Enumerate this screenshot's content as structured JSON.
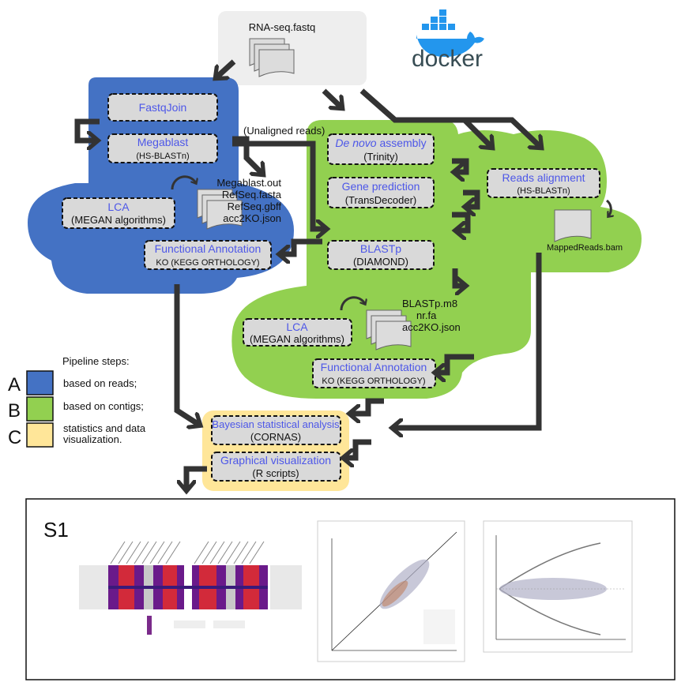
{
  "input_file": "RNA-seq.fastq",
  "docker_label": "docker",
  "unaligned_label": "(Unaligned reads)",
  "blue_steps": {
    "fastqjoin": "FastqJoin",
    "megablast_title": "Megablast",
    "megablast_sub": "(HS-BLASTn)",
    "lca_title": "LCA",
    "lca_sub": "(MEGAN algorithms)",
    "func_title": "Functional Annotation",
    "func_sub": "KO (KEGG ORTHOLOGY)",
    "files": [
      "Megablast.out",
      "RefSeq.fasta",
      "RefSeq.gbff",
      "acc2KO.json"
    ]
  },
  "green_steps": {
    "denovo_italic": "De novo",
    "denovo_rest": " assembly",
    "denovo_sub": "(Trinity)",
    "gene_title": "Gene prediction",
    "gene_sub": "(TransDecoder)",
    "blastp_title": "BLASTp",
    "blastp_sub": "(DIAMOND)",
    "lca_title": "LCA",
    "lca_sub": "(MEGAN algorithms)",
    "func_title": "Functional Annotation",
    "func_sub": "KO (KEGG ORTHOLOGY)",
    "files": [
      "BLASTp.m8",
      "nr.fa",
      "acc2KO.json"
    ],
    "reads_title": "Reads alignment",
    "reads_sub": "(HS-BLASTn)",
    "bam_file": "MappedReads.bam"
  },
  "yellow_steps": {
    "bayes_title": "Bayesian statistical analysis",
    "bayes_sub": "(CORNAS)",
    "graph_title": "Graphical visualization",
    "graph_sub": "(R scripts)"
  },
  "legend": {
    "heading": "Pipeline steps:",
    "items": [
      {
        "letter": "A",
        "text": "based on reads;",
        "color": "#4472c4"
      },
      {
        "letter": "B",
        "text": "based on contigs;",
        "color": "#92d050"
      },
      {
        "letter": "C",
        "text": "statistics and data",
        "text2": "visualization.",
        "color": "#ffe699"
      }
    ]
  },
  "s1_label": "S1",
  "colors": {
    "blue_cloud": "#4472c4",
    "green_cloud": "#92d050",
    "yellow": "#ffe699",
    "title_text": "#4d57e8"
  },
  "icons": [
    "document-stack-icon",
    "document-icon",
    "docker-whale-icon",
    "circular-arrow-icon"
  ]
}
